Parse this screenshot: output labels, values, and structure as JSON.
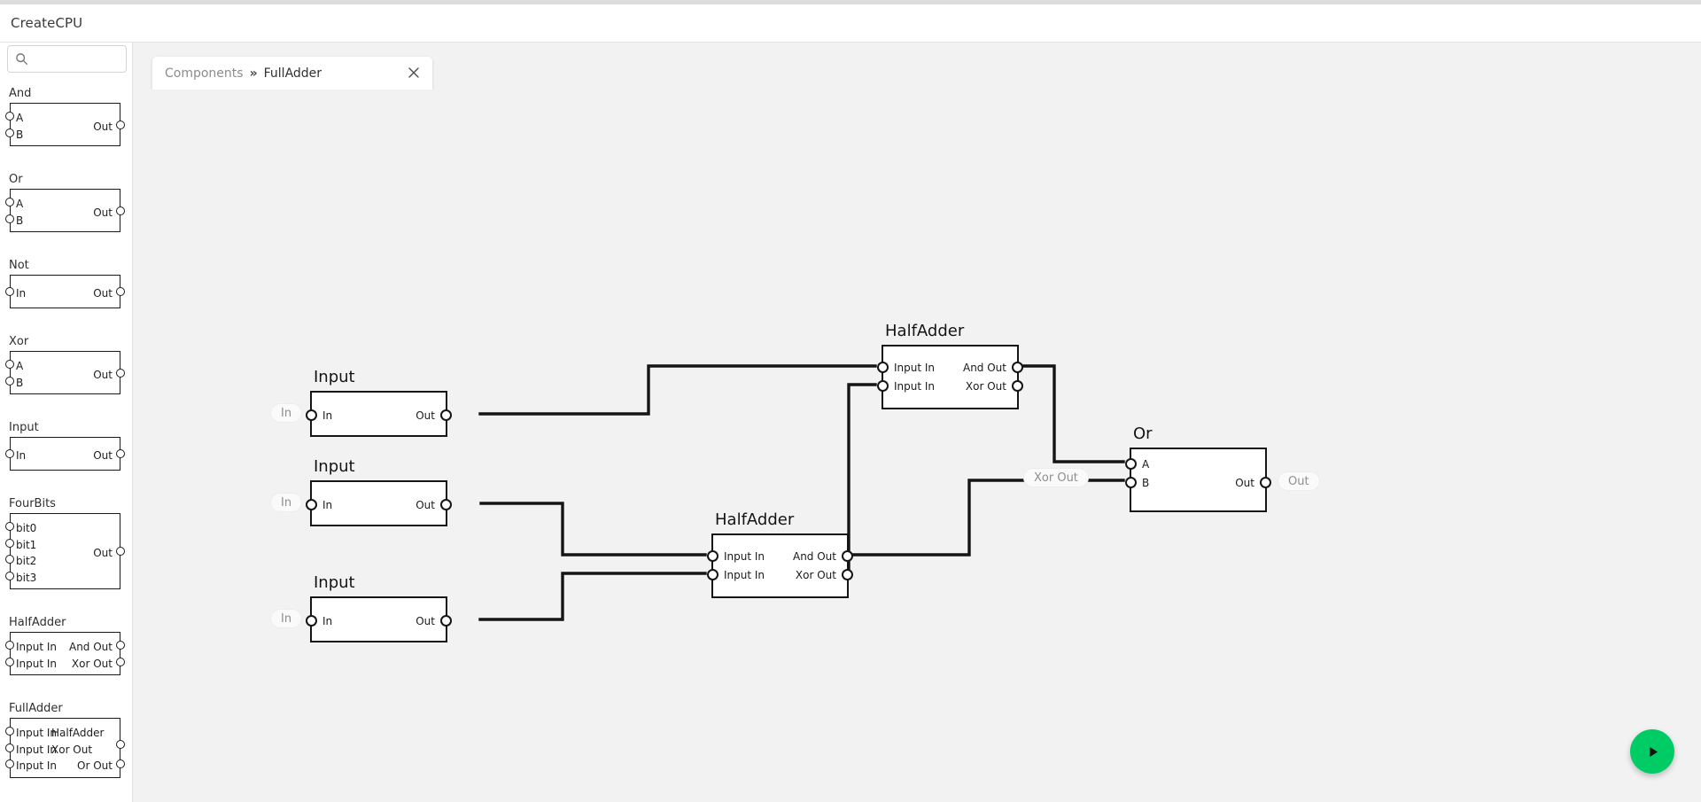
{
  "app": {
    "title": "CreateCPU"
  },
  "search": {
    "value": "",
    "placeholder": "",
    "icon": "search-icon"
  },
  "tab": {
    "root_label": "Components",
    "separator": "»",
    "leaf_label": "FullAdder",
    "close_icon": "close-icon"
  },
  "run_button": {
    "icon": "play-icon",
    "color": "#00cc66"
  },
  "palette": {
    "items": [
      {
        "name": "And",
        "inputs": [
          "A",
          "B"
        ],
        "outputs": [
          "Out"
        ],
        "center_labels": []
      },
      {
        "name": "Or",
        "inputs": [
          "A",
          "B"
        ],
        "outputs": [
          "Out"
        ],
        "center_labels": []
      },
      {
        "name": "Not",
        "inputs": [
          "In"
        ],
        "outputs": [
          "Out"
        ],
        "center_labels": []
      },
      {
        "name": "Xor",
        "inputs": [
          "A",
          "B"
        ],
        "outputs": [
          "Out"
        ],
        "center_labels": []
      },
      {
        "name": "Input",
        "inputs": [
          "In"
        ],
        "outputs": [
          "Out"
        ],
        "center_labels": []
      },
      {
        "name": "FourBits",
        "inputs": [
          "bit0",
          "bit1",
          "bit2",
          "bit3"
        ],
        "outputs": [
          "Out"
        ],
        "center_labels": []
      },
      {
        "name": "HalfAdder",
        "inputs": [
          "Input In",
          "Input In"
        ],
        "outputs": [
          "And Out",
          "Xor Out"
        ],
        "center_labels": []
      },
      {
        "name": "FullAdder",
        "inputs": [
          "Input In",
          "Input In",
          "Input In"
        ],
        "outputs": [
          "",
          "",
          "Or Out"
        ],
        "center_labels": [
          "HalfAdder",
          "Xor Out"
        ]
      }
    ]
  },
  "canvas": {
    "nodes": [
      {
        "id": "input-1",
        "title": "Input",
        "inputs": [
          "In"
        ],
        "outputs": [
          "Out"
        ],
        "external_in_pill": "In",
        "external_out_pill": null
      },
      {
        "id": "input-2",
        "title": "Input",
        "inputs": [
          "In"
        ],
        "outputs": [
          "Out"
        ],
        "external_in_pill": "In",
        "external_out_pill": null
      },
      {
        "id": "input-3",
        "title": "Input",
        "inputs": [
          "In"
        ],
        "outputs": [
          "Out"
        ],
        "external_in_pill": "In",
        "external_out_pill": null
      },
      {
        "id": "halfadder-top",
        "title": "HalfAdder",
        "inputs": [
          "Input In",
          "Input In"
        ],
        "outputs": [
          "And Out",
          "Xor Out"
        ],
        "external_in_pill": null,
        "external_out_pill": "Xor Out"
      },
      {
        "id": "halfadder-bottom",
        "title": "HalfAdder",
        "inputs": [
          "Input In",
          "Input In"
        ],
        "outputs": [
          "And Out",
          "Xor Out"
        ],
        "external_in_pill": null,
        "external_out_pill": null
      },
      {
        "id": "or-gate",
        "title": "Or",
        "inputs": [
          "A",
          "B"
        ],
        "outputs": [
          "Out"
        ],
        "external_in_pill": null,
        "external_out_pill": "Out"
      }
    ]
  },
  "colors": {
    "canvas_bg": "#f2f2f2",
    "panel_bg": "#ffffff",
    "wire": "#151515",
    "accent": "#00cc66",
    "muted_text": "#8c8c8c"
  }
}
